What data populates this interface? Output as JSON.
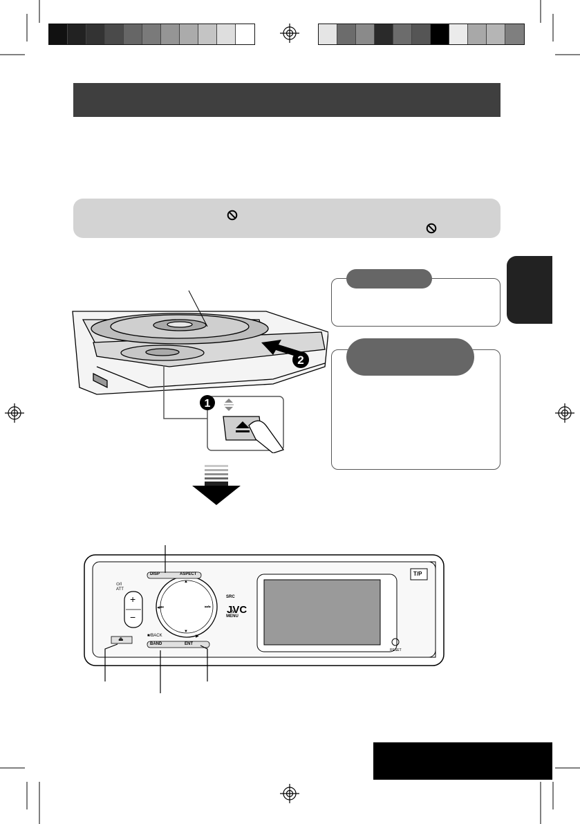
{
  "print_marks": {
    "left_bar_colors": [
      "#111111",
      "#222222",
      "#333333",
      "#4a4a4a",
      "#666666",
      "#7a7a7a",
      "#959595",
      "#ababab",
      "#c4c4c4",
      "#dedede",
      "#ffffff"
    ],
    "right_bar_colors": [
      "#e5e5e5",
      "#6c6c6c",
      "#8a8a8a",
      "#2a2a2a",
      "#6c6c6c",
      "#555555",
      "#000000",
      "#ebebeb",
      "#a8a8a8",
      "#b5b5b5",
      "#7f7f7f"
    ]
  },
  "colors": {
    "header_band": "#3f3f3f",
    "note_band": "#d3d3d3",
    "side_tab": "#222222",
    "footer_box": "#000000",
    "callout_pill": "#666666"
  },
  "note": {
    "icons": [
      "prohibited-icon",
      "prohibited-icon"
    ]
  },
  "illustration": {
    "step_markers": [
      "1",
      "2"
    ],
    "eject_symbol": "⏏"
  },
  "faceplate": {
    "brand": "JVC",
    "buttons": {
      "disp": "DISP",
      "aspect": "ASPECT",
      "power_att": "⏻/I ATT",
      "plus": "+",
      "minus": "−",
      "src": "SRC",
      "av_menu": "AV MENU",
      "prev": "◂⏮",
      "next": "⏭▸",
      "up": "▲",
      "down": "▼",
      "back": "■/BACK",
      "play": "▶",
      "band": "BAND",
      "ent": "ENT",
      "reset": "RESET",
      "tp": "T/P",
      "eject": "⏏"
    }
  }
}
